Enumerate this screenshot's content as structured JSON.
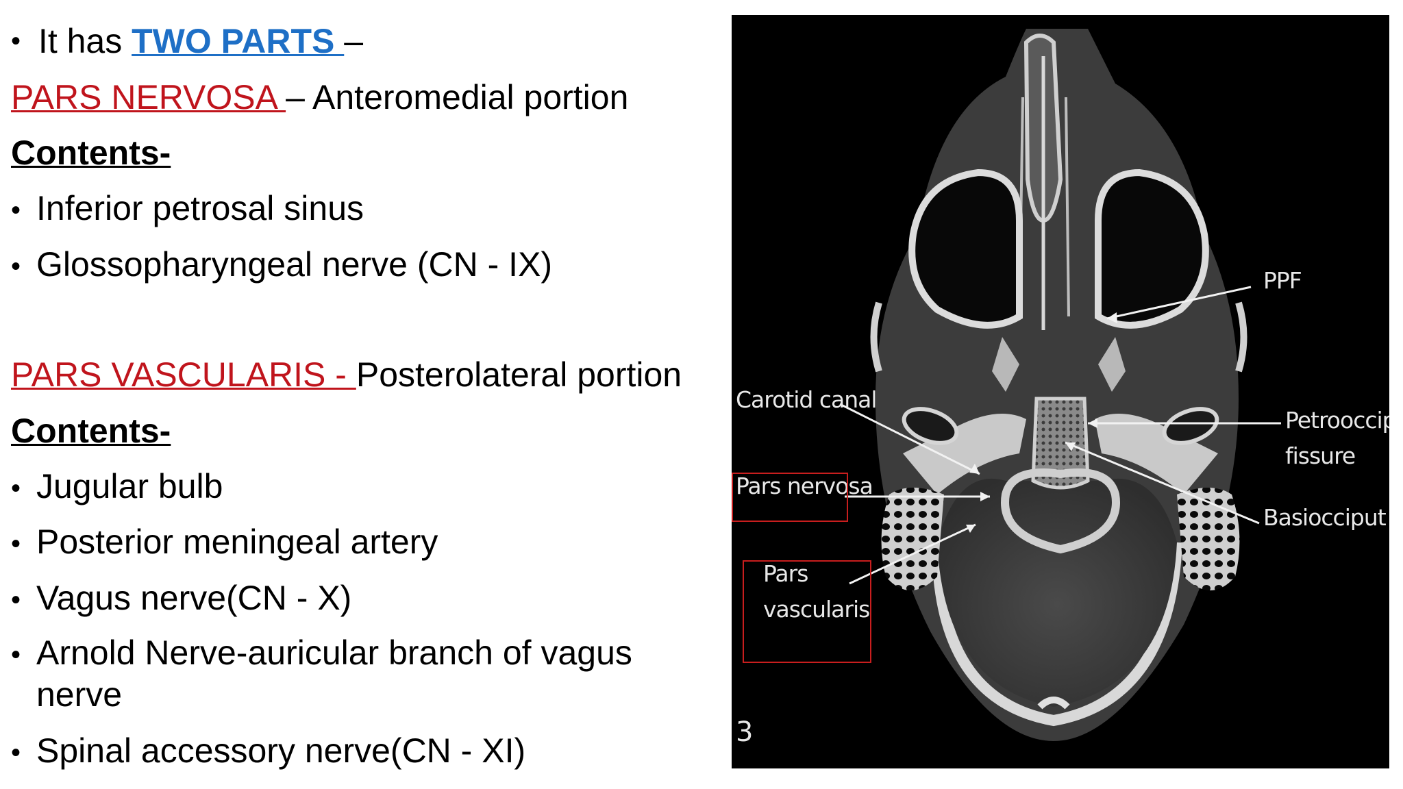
{
  "text": {
    "line1_prefix": "It has ",
    "line1_highlight": "TWO PARTS ",
    "line1_suffix": "–",
    "pars_nervosa_title": "PARS NERVOSA ",
    "pars_nervosa_desc": "– Anteromedial portion",
    "contents_label_1": "Contents- ",
    "nervosa_items": [
      "Inferior petrosal sinus",
      "Glossopharyngeal nerve (CN - IX)"
    ],
    "pars_vascularis_title": "PARS VASCULARIS - ",
    "pars_vascularis_desc": "Posterolateral portion",
    "contents_label_2": "Contents- ",
    "vascularis_items": [
      "Jugular bulb",
      "Posterior meningeal artery",
      "Vagus nerve(CN - X)",
      "Arnold Nerve-auricular branch of vagus",
      "nerve",
      "Spinal accessory nerve(CN - XI)"
    ],
    "bullet_char": "•"
  },
  "figure": {
    "labels": {
      "ppf": "PPF",
      "carotid_canal": "Carotid canal",
      "petrooccipital_1": "Petrooccipital",
      "petrooccipital_2": "fissure",
      "pars_nervosa": "Pars nervosa",
      "basiocciput": "Basiocciput",
      "pars_vascularis_1": "Pars",
      "pars_vascularis_2": "vascularis",
      "figure_number": "3"
    },
    "colors": {
      "background": "#000000",
      "bone": "#d9d9d9",
      "soft_tissue": "#3a3a3a",
      "box": "#c81e1e"
    }
  },
  "colors": {
    "blue": "#1e6fc6",
    "red": "#c0141c"
  }
}
